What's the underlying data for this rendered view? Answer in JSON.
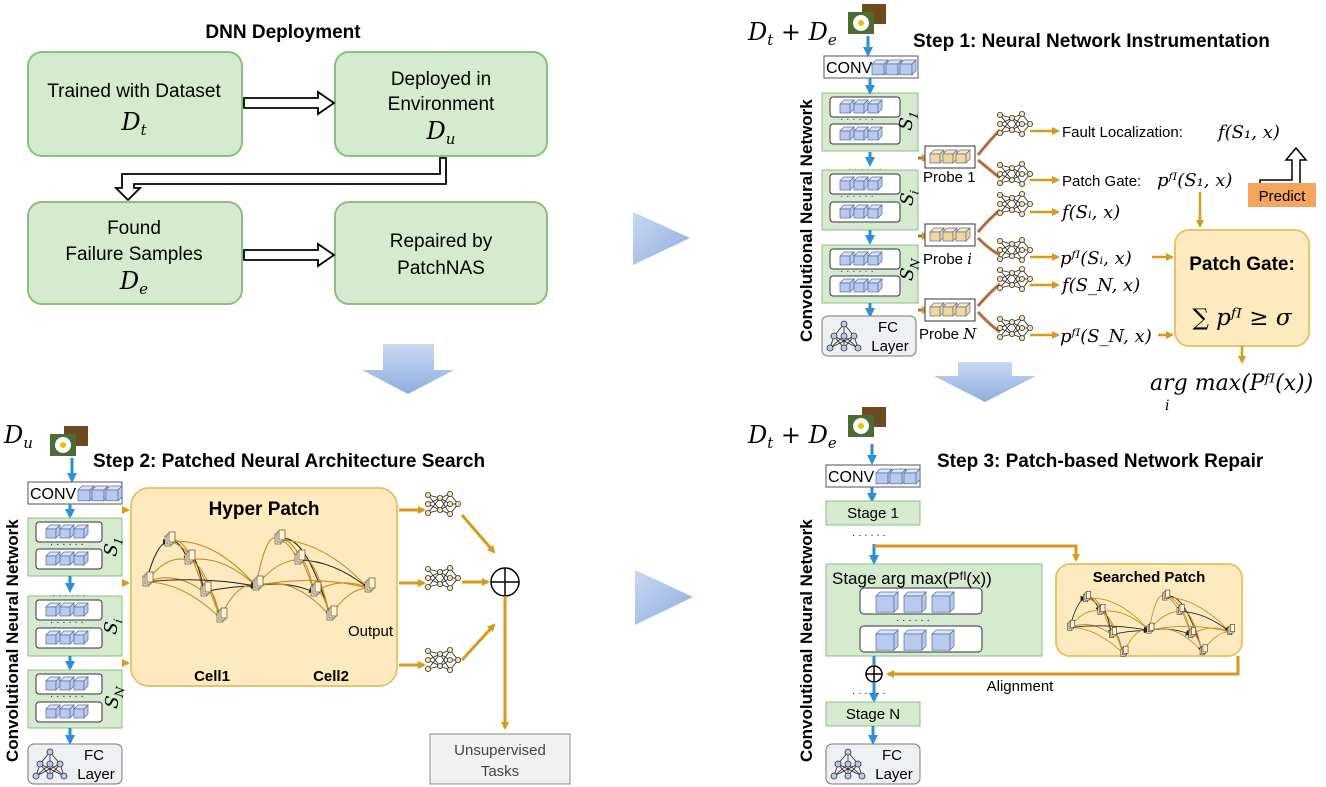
{
  "deployment": {
    "title": "DNN Deployment",
    "box_trained": [
      "Trained with Dataset",
      "D_t"
    ],
    "box_deployed": [
      "Deployed in",
      "Environment",
      "D_u"
    ],
    "box_found": [
      "Found",
      "Failure Samples",
      "D_e"
    ],
    "box_repaired": [
      "Repaired by",
      "PatchNAS"
    ]
  },
  "step1": {
    "title": "Step 1: Neural Network Instrumentation",
    "input_label": "D_t + D_e",
    "side_label": "Convolutional Neural Network",
    "conv": "CONV",
    "stage_labels": [
      "S_1",
      "S_i",
      "S_N"
    ],
    "fc": [
      "FC",
      "Layer"
    ],
    "probes": [
      "Probe 1",
      "Probe i",
      "Probe N"
    ],
    "fault_localization": "Fault Localization:",
    "fault_formula": "f(S₁, x)",
    "patch_gate_label": "Patch Gate:",
    "patch_gate_formula": "pᶠᴵ(S₁, x)",
    "predict": "Predict",
    "out_fi": "f(Sᵢ, x)",
    "out_pi": "pᶠᴵ(Sᵢ, x)",
    "out_fn": "f(S_N, x)",
    "out_pn": "pᶠᴵ(S_N, x)",
    "gate_title": "Patch Gate:",
    "gate_formula": "∑ pᶠᴵ ≥ σ",
    "argmax": "arg max(Pᶠᴵ(x))",
    "argmax_sub": "i"
  },
  "step2": {
    "title": "Step 2: Patched Neural Architecture Search",
    "input_label": "D_u",
    "side_label": "Convolutional Neural Network",
    "conv": "CONV",
    "stage_labels": [
      "S_1",
      "S_i",
      "S_N"
    ],
    "fc": [
      "FC",
      "Layer"
    ],
    "hyper_patch": "Hyper Patch",
    "cell1": "Cell1",
    "cell2": "Cell2",
    "output": "Output",
    "unsupervised": [
      "Unsupervised",
      "Tasks"
    ]
  },
  "step3": {
    "title": "Step 3: Patch-based Network Repair",
    "input_label": "D_t + D_e",
    "side_label": "Convolutional Neural Network",
    "conv": "CONV",
    "stage1": "Stage 1",
    "stage_arg": "Stage arg max(Pᶠᴵ(x))",
    "stageN": "Stage N",
    "fc": [
      "FC",
      "Layer"
    ],
    "searched_patch": "Searched Patch",
    "alignment": "Alignment"
  },
  "colors": {
    "green_fill": "#d6ead0",
    "green_stroke": "#8cbf7f",
    "yellow_fill": "#fdeabf",
    "yellow_stroke": "#e8c36a",
    "orange": "#d99a1c",
    "blue": "#2d8fd5",
    "predict": "#f6a55f",
    "big_arrow": "#a7bfe6"
  }
}
